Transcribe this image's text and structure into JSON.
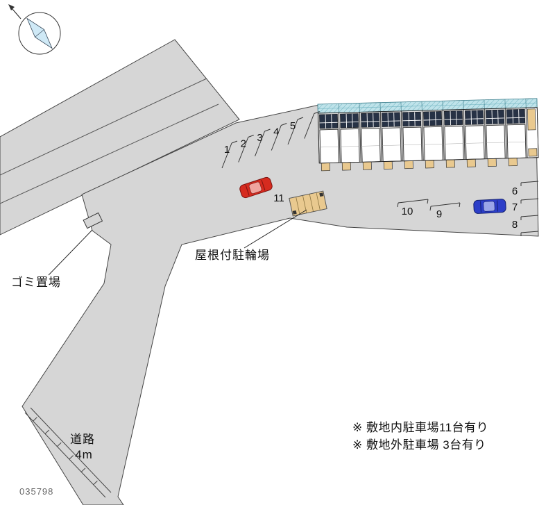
{
  "meta": {
    "code": "035798"
  },
  "labels": {
    "garbage": "ゴミ置場",
    "bike_shed": "屋根付駐輪場",
    "road_name": "道路",
    "road_width": "4m",
    "stall11": "11"
  },
  "notes": {
    "note1": "※ 敷地内駐車場11台有り",
    "note2": "※ 敷地外駐車場 3台有り"
  },
  "parking": {
    "left_row": [
      "1",
      "2",
      "3",
      "4",
      "5"
    ],
    "right_col": [
      "6",
      "7",
      "8"
    ],
    "bottom_row": [
      "10",
      "9"
    ]
  },
  "icons": {
    "compass": "north-compass-icon",
    "red_car": "car-red",
    "blue_car": "car-blue"
  },
  "colors": {
    "site_fill": "#d6d6d6",
    "road_fill": "#d6d6d6",
    "roof_teal": "#bfe3ea",
    "window_navy": "#273245",
    "entry_tan": "#e9c98f",
    "car_red": "#d62b1f",
    "car_blue": "#2c3ec8"
  }
}
